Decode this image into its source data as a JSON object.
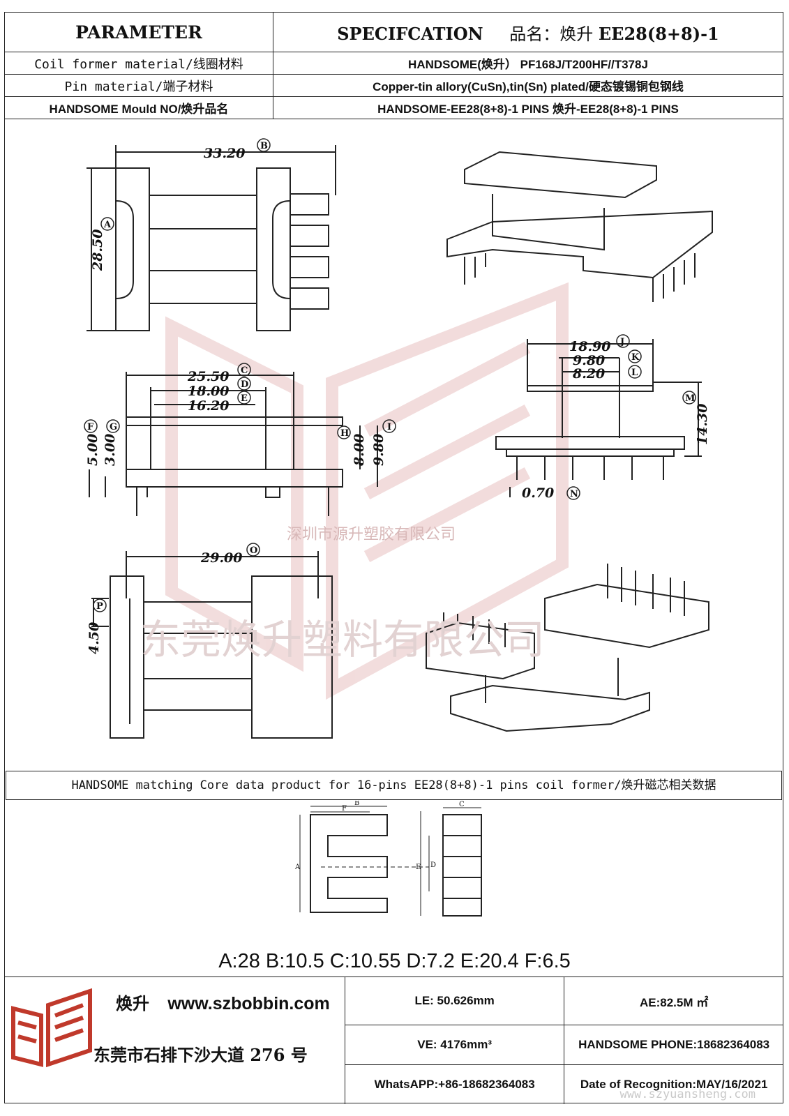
{
  "header": {
    "parameter_label": "PARAMETER",
    "spec_label": "SPECIFCATION",
    "product_name_prefix": "品名：焕升",
    "product_name_model": "EE28(8+8)-1",
    "rows": [
      {
        "param": "Coil former material/线圈材料",
        "value": "HANDSOME(焕升）  PF168J/T200HF//T378J"
      },
      {
        "param": "Pin material/端子材料",
        "value": "Copper-tin allory(CuSn),tin(Sn) plated/硬态镀锡铜包钢线"
      },
      {
        "param": "HANDSOME Mould NO/焕升品名",
        "value": "HANDSOME-EE28(8+8)-1 PINS   焕升-EE28(8+8)-1 PINS"
      }
    ]
  },
  "drawing": {
    "dims": {
      "B": "33.20",
      "A": "28.50",
      "C": "25.50",
      "D": "18.00",
      "E": "16.20",
      "F": "5.00",
      "G": "3.00",
      "H": "8.00",
      "I": "9.80",
      "J": "18.90",
      "K": "9.80",
      "L": "8.20",
      "M": "14.30",
      "N": "0.70",
      "O": "29.00",
      "P": "4.50"
    },
    "balloons": [
      "A",
      "B",
      "C",
      "D",
      "E",
      "F",
      "G",
      "H",
      "I",
      "J",
      "K",
      "L",
      "M",
      "N",
      "O",
      "P"
    ],
    "watermark_1": "深圳市源升塑胶有限公司",
    "watermark_2": "东莞焕升塑料有限公司"
  },
  "core": {
    "caption": "HANDSOME matching Core data  product for 16-pins EE28(8+8)-1 pins coil former/焕升磁芯相关数据",
    "letters": [
      "A",
      "B",
      "C",
      "D",
      "E",
      "F"
    ],
    "values": "A:28 B:10.5 C:10.55 D:7.2 E:20.4 F:6.5"
  },
  "footer": {
    "brand": "焕升",
    "url": "www.szbobbin.com",
    "address": "东莞市石排下沙大道 276 号",
    "cells": [
      [
        "LE: 50.626mm",
        "AE:82.5M ㎡"
      ],
      [
        "VE: 4176mm³",
        "HANDSOME PHONE:18682364083"
      ],
      [
        "WhatsAPP:+86-18682364083",
        "Date of Recognition:MAY/16/2021"
      ]
    ],
    "site_watermark": "www.szyuansheng.com"
  }
}
